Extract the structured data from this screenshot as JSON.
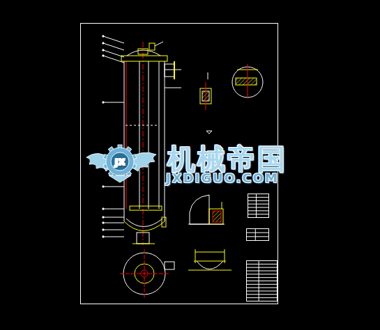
{
  "diagram": {
    "labels": [
      "JX",
      "机械帝国",
      "JXDIGUO.COM"
    ]
  }
}
